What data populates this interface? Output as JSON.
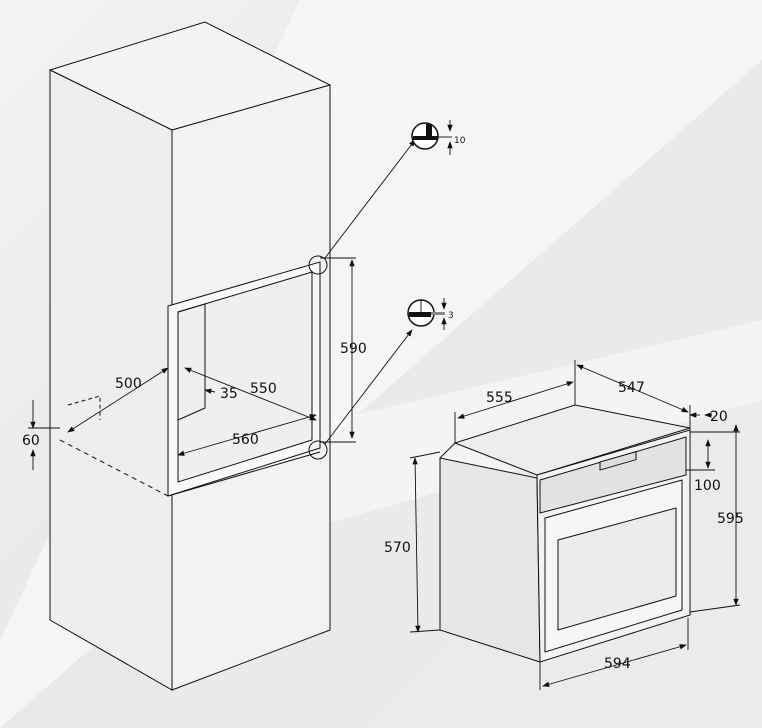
{
  "niche_diagram": {
    "dimensions": {
      "depth_500": "500",
      "offset_35": "35",
      "depth_550": "550",
      "width_560": "560",
      "height_60": "60",
      "height_590": "590"
    },
    "details": {
      "top_gap": "10",
      "bottom_gap": "3"
    }
  },
  "oven_diagram": {
    "dimensions": {
      "depth_555": "555",
      "depth_547": "547",
      "front_20": "20",
      "panel_100": "100",
      "height_595": "595",
      "height_570": "570",
      "width_594": "594"
    }
  },
  "colors": {
    "line": "#111111",
    "background": "#ececec",
    "face_light": "#f6f6f6"
  }
}
